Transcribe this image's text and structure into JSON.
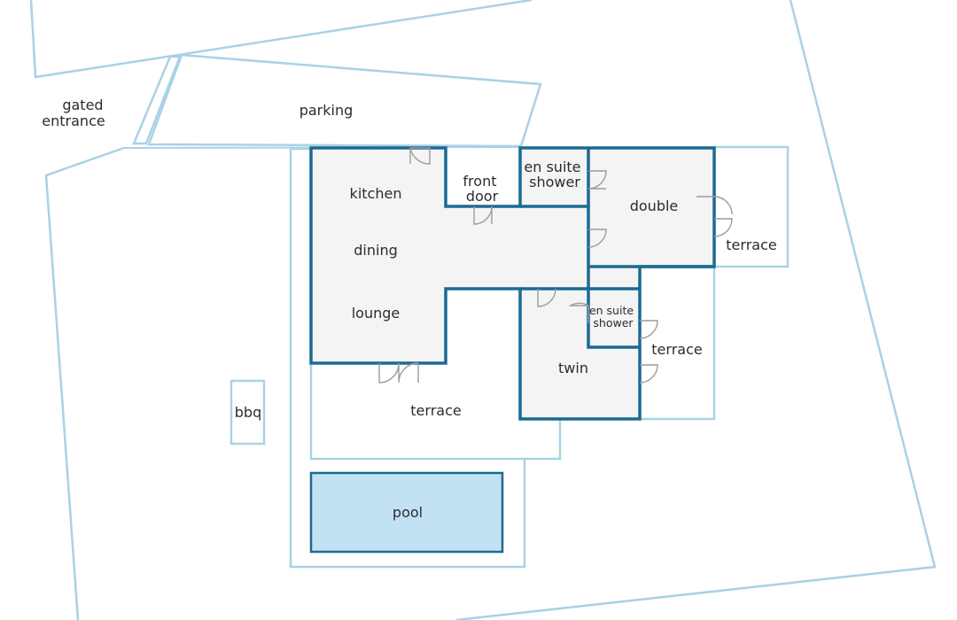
{
  "labels": {
    "gated_entrance": [
      "gated",
      "entrance"
    ],
    "parking": "parking",
    "kitchen": "kitchen",
    "dining": "dining",
    "lounge": "lounge",
    "front_door": [
      "front",
      "door"
    ],
    "en_suite_shower_top": [
      "en suite",
      "shower"
    ],
    "double": "double",
    "terrace_right_top": "terrace",
    "en_suite_shower_mid": [
      "en suite",
      "shower"
    ],
    "terrace_right_mid": "terrace",
    "twin": "twin",
    "terrace_main": "terrace",
    "bbq": "bbq",
    "pool": "pool"
  },
  "colors": {
    "site_line": "#a9d2e6",
    "wall": "#1b6a93",
    "room_fill": "#f4f4f4",
    "pool_fill": "#c2e1f3",
    "door_line": "#9c9c9c"
  }
}
